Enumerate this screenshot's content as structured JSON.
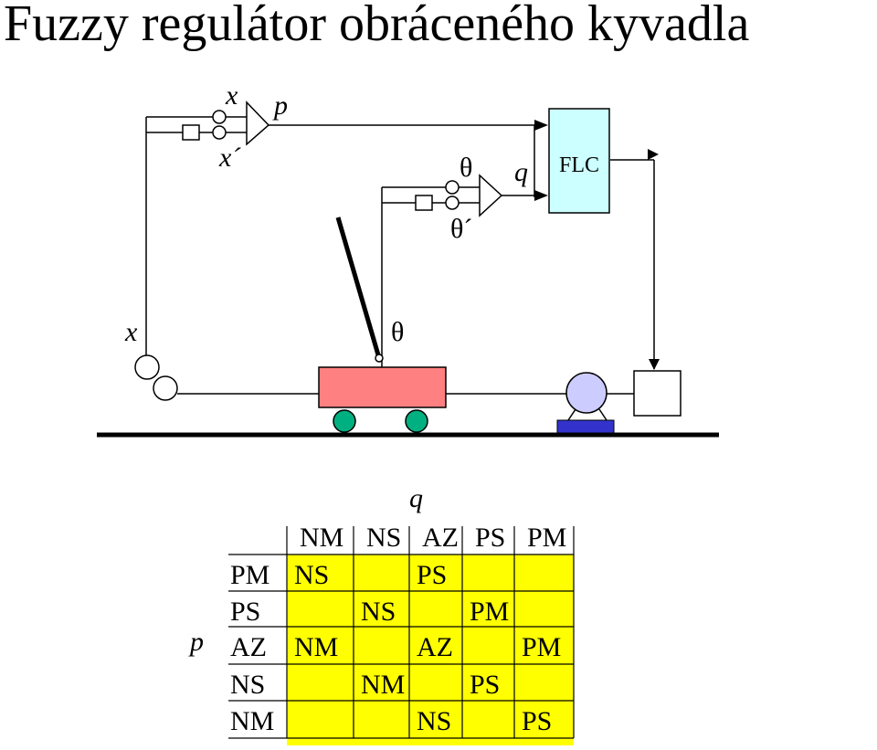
{
  "title": "Fuzzy regulátor obráceného kyvadla",
  "diagram": {
    "labels": {
      "x_top": "x",
      "x_prime": "x´",
      "p": "p",
      "theta_top": "θ",
      "theta_prime": "θ´",
      "q": "q",
      "flc": "FLC",
      "x_left": "x",
      "theta_mid": "θ"
    },
    "colors": {
      "flc_fill": "#ccffff",
      "cart_fill": "#ff8080",
      "wheel_fill": "#00b080",
      "motor_fill": "#ccccff",
      "motor_base": "#3333cc",
      "ground": "#000000"
    }
  },
  "rule_table": {
    "q_label": "q",
    "p_label": "p",
    "cell_fill": "#ffff00",
    "columns": [
      "NM",
      "NS",
      "AZ",
      "PS",
      "PM"
    ],
    "rows": [
      {
        "label": "PM",
        "cells": [
          "NS",
          "",
          "PS",
          "",
          ""
        ]
      },
      {
        "label": "PS",
        "cells": [
          "",
          "NS",
          "",
          "PM",
          ""
        ]
      },
      {
        "label": "AZ",
        "cells": [
          "NM",
          "",
          "AZ",
          "",
          "PM"
        ]
      },
      {
        "label": "NS",
        "cells": [
          "",
          "NM",
          "",
          "PS",
          ""
        ]
      },
      {
        "label": "NM",
        "cells": [
          "",
          "",
          "NS",
          "",
          "PS"
        ]
      }
    ]
  }
}
